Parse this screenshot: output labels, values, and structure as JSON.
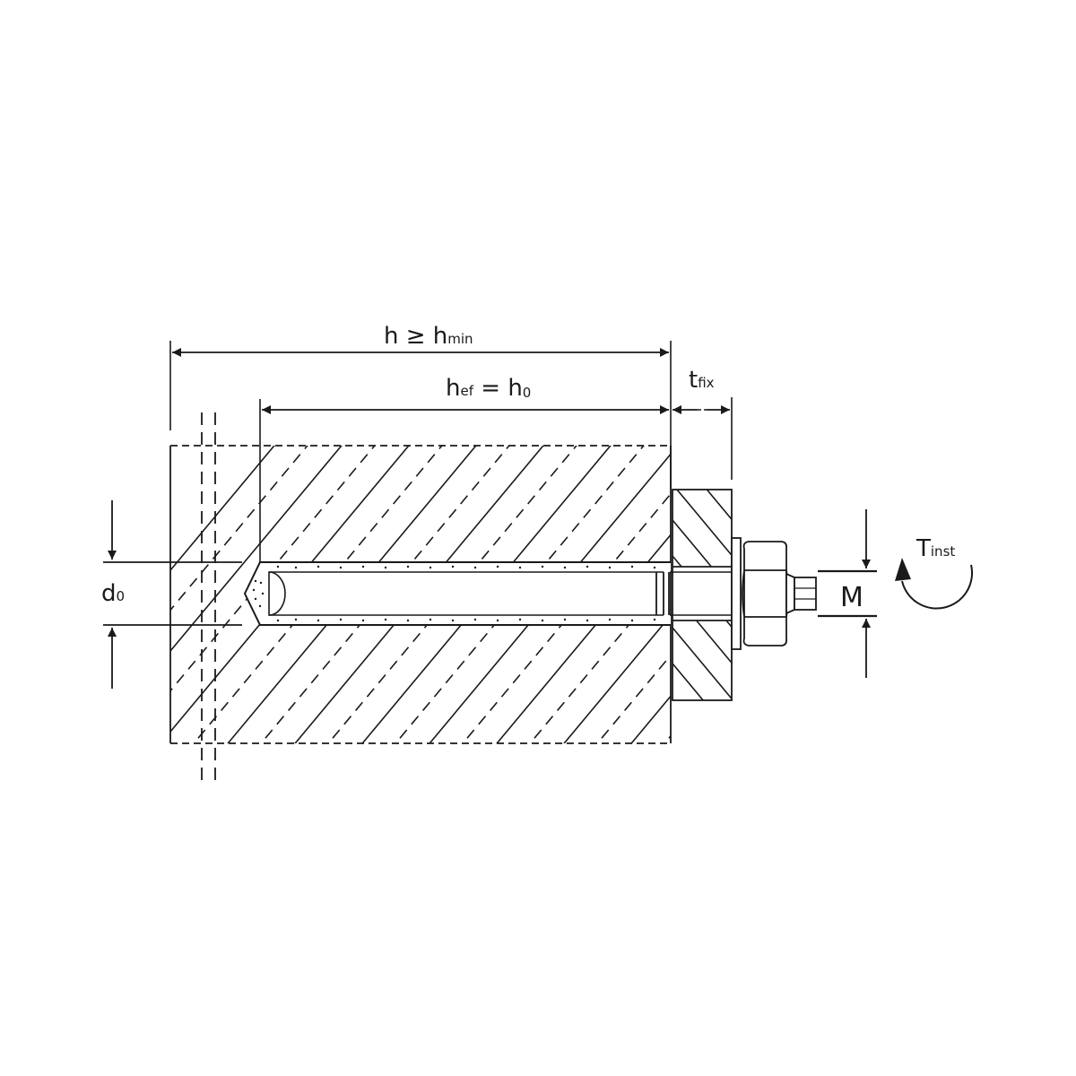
{
  "diagram": {
    "type": "technical-drawing",
    "subject": "chemical anchor / threaded rod installation in concrete base material",
    "colors": {
      "line": "#1a1a1a",
      "background": "#ffffff"
    },
    "dimensions": {
      "member_thickness": {
        "main": "h ≥ h",
        "sub": "min"
      },
      "embedment_depth": {
        "main": "h",
        "sub1": "ef",
        "mid": " = h",
        "sub2": "0"
      },
      "fixture_thickness": {
        "main": "t",
        "sub": "fix"
      },
      "drill_diameter": {
        "main": "d",
        "sub": "0"
      },
      "thread_size": {
        "main": "M"
      },
      "install_torque": {
        "main": "T",
        "sub": "inst"
      }
    },
    "components": [
      "base-material-concrete",
      "drilled-hole",
      "adhesive-mortar",
      "threaded-rod",
      "fixture-plate",
      "washer",
      "hex-nut"
    ]
  }
}
